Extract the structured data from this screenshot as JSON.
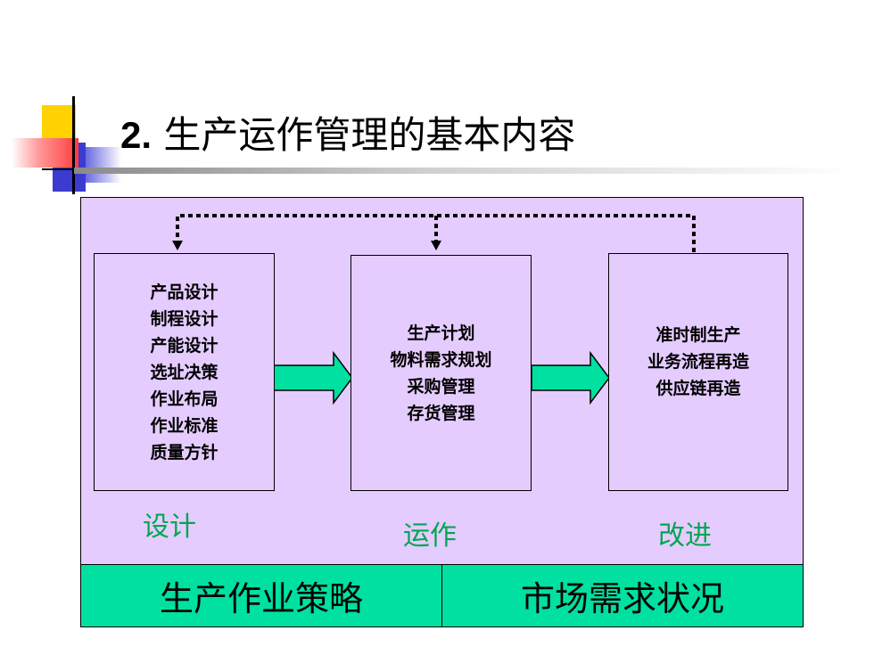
{
  "title": {
    "number": "2.",
    "text": " 生产运作管理的基本内容"
  },
  "stages": [
    {
      "lines": [
        "产品设计",
        "制程设计",
        "产能设计",
        "选址决策",
        "作业布局",
        "作业标准",
        "质量方针"
      ],
      "label": "设计"
    },
    {
      "lines": [
        "生产计划",
        "物料需求规划",
        "采购管理",
        "存货管理"
      ],
      "label": "运作"
    },
    {
      "lines": [
        "准时制生产",
        "业务流程再造",
        "供应链再造"
      ],
      "label": "改进"
    }
  ],
  "bottom": {
    "left": "生产作业策略",
    "right": "市场需求状况"
  },
  "colors": {
    "panel": "#e5ccff",
    "arrow_fill": "#00e0a0",
    "label": "#00a651",
    "bottom_fill": "#00e0a0"
  }
}
